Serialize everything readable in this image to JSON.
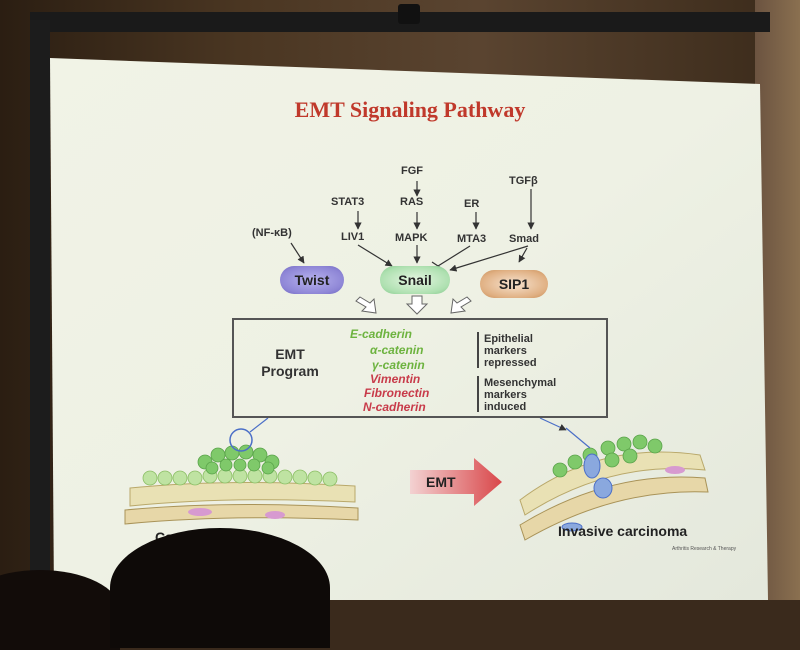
{
  "title": "EMT Signaling Pathway",
  "upstream": {
    "fgf": "FGF",
    "stat3": "STAT3",
    "ras": "RAS",
    "er": "ER",
    "tgfb": "TGFβ",
    "nfkb": "(NF-κB)",
    "liv1": "LIV1",
    "mapk": "MAPK",
    "mta3": "MTA3",
    "smad": "Smad"
  },
  "transcription_factors": {
    "twist": "Twist",
    "snail": "Snail",
    "sip1": "SIP1"
  },
  "program": {
    "label_line1": "EMT",
    "label_line2": "Program",
    "epithelial": [
      "E-cadherin",
      "α-catenin",
      "γ-catenin"
    ],
    "mesenchymal": [
      "Vimentin",
      "Fibronectin",
      "N-cadherin"
    ],
    "epithelial_note": [
      "Epithelial",
      "markers",
      "repressed"
    ],
    "mesenchymal_note": [
      "Mesenchymal",
      "markers",
      "induced"
    ]
  },
  "bottom": {
    "left_caption": "Carcinoma",
    "transition": "EMT",
    "right_caption": "Invasive carcinoma",
    "source": "Arthritis Research & Therapy"
  },
  "colors": {
    "title": "#c0392b",
    "twist": "#8e86d6",
    "snail": "#aee0b0",
    "sip1": "#e0b083",
    "epithelial_text": "#6db33f",
    "mesenchymal_text": "#c83b4a"
  }
}
